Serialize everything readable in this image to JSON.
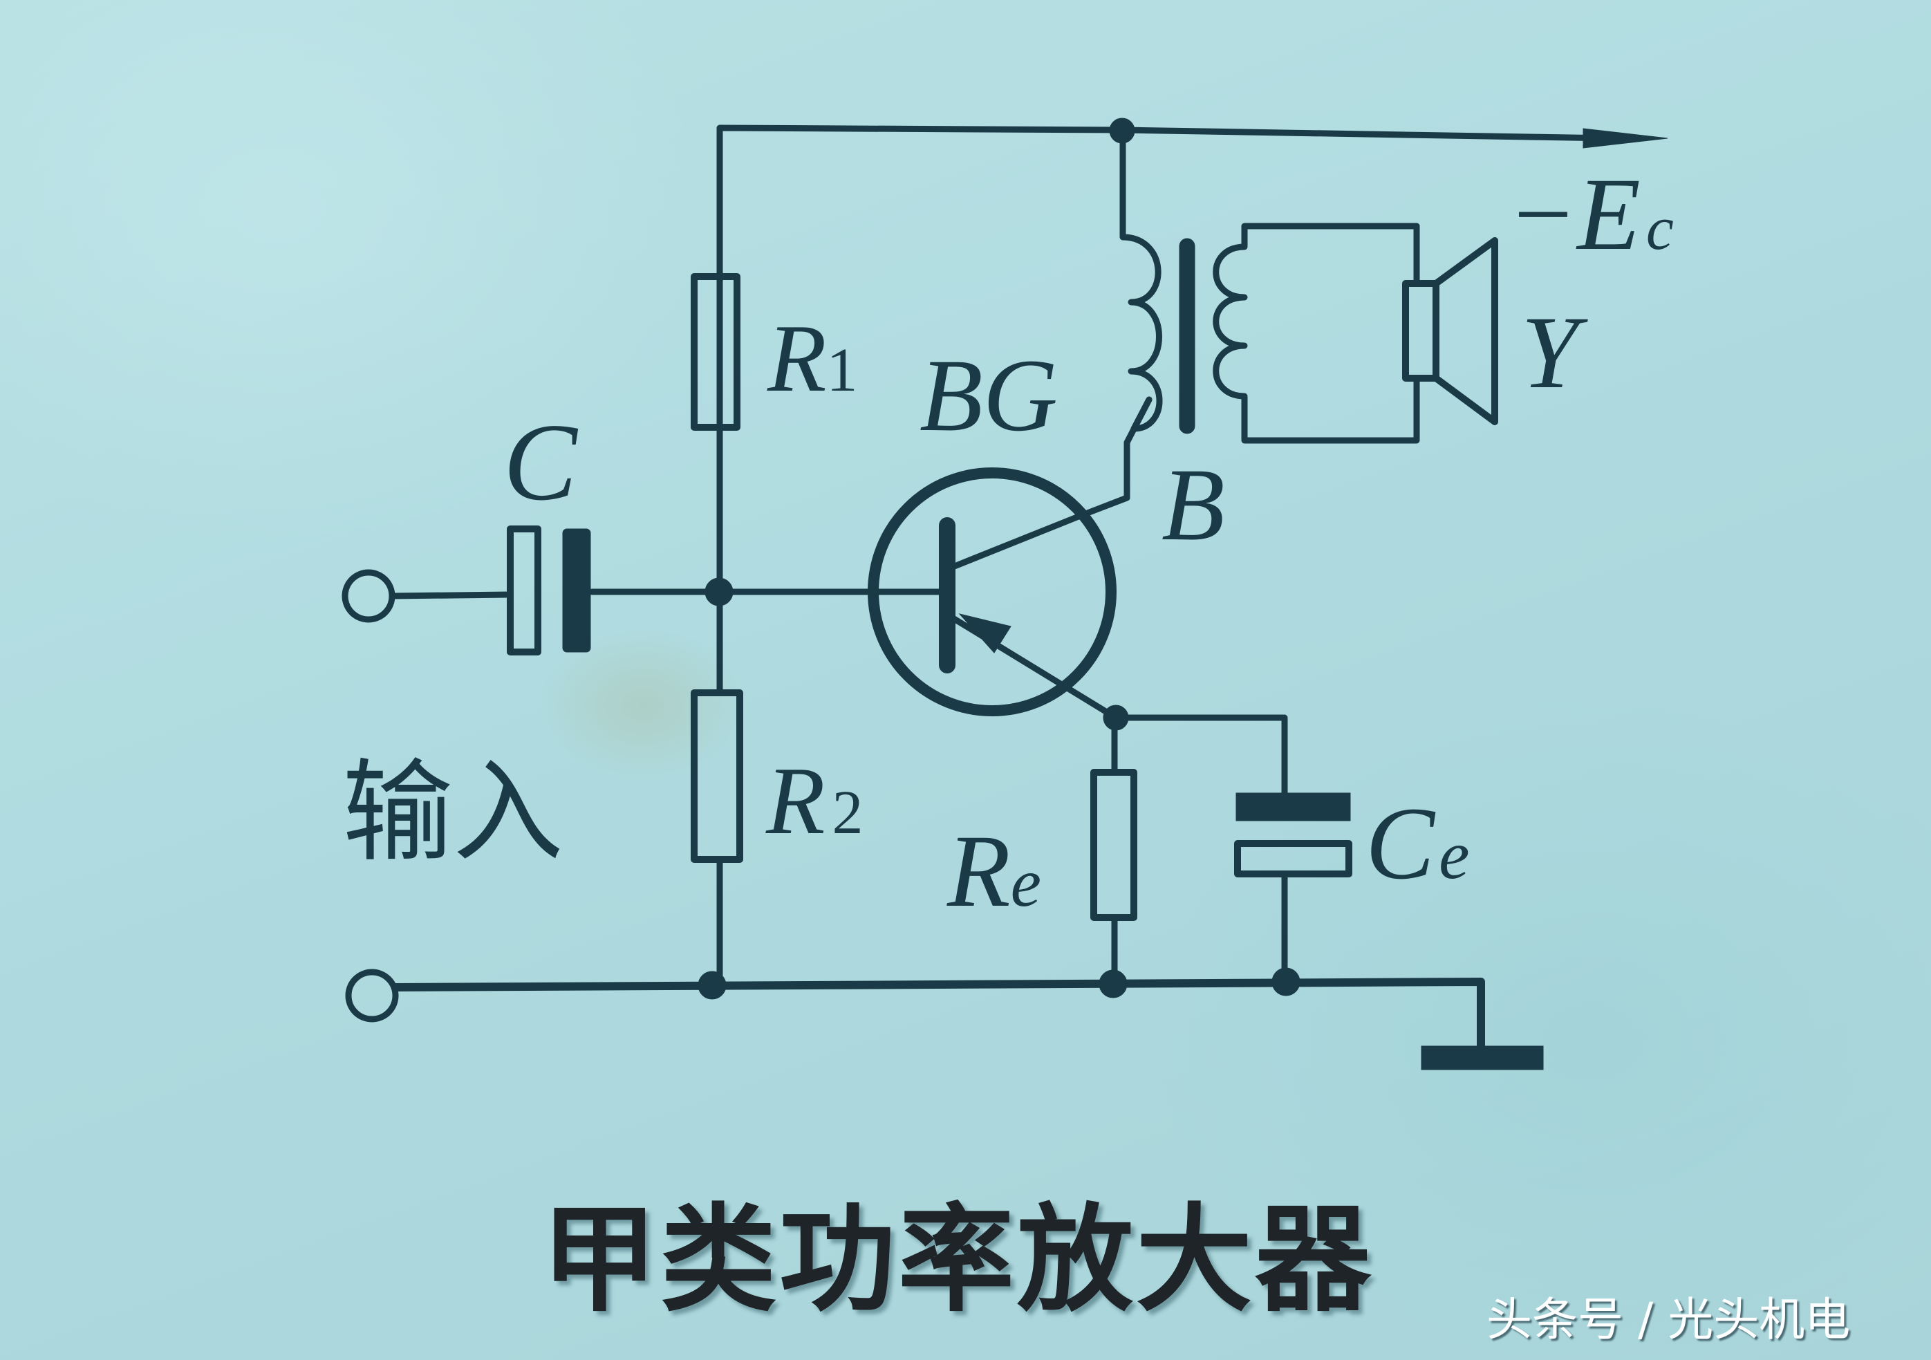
{
  "diagram": {
    "title": "甲类功率放大器",
    "type": "circuit-schematic",
    "colors": {
      "background": "#b3dde1",
      "ink": "#1b3a47",
      "caption": "#1e2428",
      "watermark": "#ffffff"
    },
    "labels": {
      "supply": "−E",
      "supply_sub": "c",
      "input": "输入",
      "coupling_cap": "C",
      "r1": "R",
      "r1_sub": "1",
      "r2": "R",
      "r2_sub": "2",
      "re": "R",
      "re_sub": "e",
      "ce": "C",
      "ce_sub": "e",
      "transistor": "BG",
      "transformer": "B",
      "speaker": "Y"
    },
    "components": [
      {
        "id": "C",
        "kind": "capacitor",
        "role": "input coupling"
      },
      {
        "id": "R1",
        "kind": "resistor",
        "role": "bias upper"
      },
      {
        "id": "R2",
        "kind": "resistor",
        "role": "bias lower"
      },
      {
        "id": "BG",
        "kind": "transistor",
        "role": "PNP amplifier"
      },
      {
        "id": "B",
        "kind": "transformer",
        "role": "output"
      },
      {
        "id": "Y",
        "kind": "speaker",
        "role": "load"
      },
      {
        "id": "Re",
        "kind": "resistor",
        "role": "emitter"
      },
      {
        "id": "Ce",
        "kind": "capacitor",
        "role": "emitter bypass"
      }
    ]
  },
  "caption": "甲类功率放大器",
  "watermark": "头条号 / 光头机电"
}
